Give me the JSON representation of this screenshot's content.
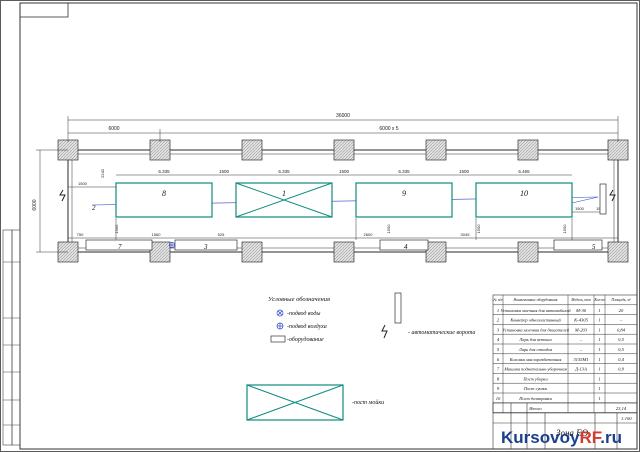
{
  "dimensions": {
    "overall": "36000",
    "bay_first": "6000",
    "bays_rest": "6000 x 5",
    "width": "6000",
    "bottom_offsets": [
      "750",
      "1560",
      "525",
      "2600",
      "1505",
      "1500",
      "3045",
      "1500",
      "1500"
    ],
    "post_lengths": [
      "6.335",
      "6.335",
      "6.335",
      "6.465"
    ],
    "post_gaps": [
      "1500",
      "1500",
      "1500"
    ],
    "side_marks": [
      "1500",
      "2240",
      "1500",
      "1500"
    ]
  },
  "posts": [
    "8",
    "1",
    "9",
    "10"
  ],
  "equipment_labels": [
    "2",
    "7",
    "3",
    "4",
    "5",
    "6"
  ],
  "legend": {
    "title": "Условные обозначения",
    "items": [
      "-подвод воды",
      "-подвод воздуха",
      "-оборудование"
    ],
    "gate_label": "- автоматические ворота",
    "wash_label": "-пост мойки"
  },
  "spec_table": {
    "headers": [
      "№ п/п",
      "Наименование оборудования",
      "Модель, тип",
      "Кол-во",
      "Площадь, м²"
    ],
    "rows": [
      [
        "1",
        "Установка моечная для автомобилей",
        "М-36",
        "1",
        "20"
      ],
      [
        "2",
        "Конвейер однопластинный",
        "К-4305",
        "1",
        "–"
      ],
      [
        "3",
        "Установка моечная для двигателей",
        "М-203",
        "1",
        "0,84"
      ],
      [
        "4",
        "Ларь для ветоши",
        "–",
        "1",
        "0,5"
      ],
      [
        "5",
        "Ларь для отходов",
        "–",
        "1",
        "0,5"
      ],
      [
        "6",
        "Колонка маслораздаточная",
        "3155М1",
        "1",
        "0,4"
      ],
      [
        "7",
        "Машина подметально-уборочная",
        "Д-13А",
        "1",
        "0,9"
      ],
      [
        "8",
        "Пост уборки",
        "",
        "1",
        ""
      ],
      [
        "9",
        "Пост сушки",
        "",
        "1",
        ""
      ],
      [
        "10",
        "Пост дозаправки",
        "",
        "1",
        ""
      ],
      [
        "",
        "Итого",
        "",
        "",
        "23,14"
      ]
    ]
  },
  "title_block": {
    "name": "Зона ЕО",
    "scale": "1:100"
  },
  "watermark": {
    "text": "KursovoyRF.ru",
    "color_main": "#1b3f8f",
    "color_accent": "#d23c2c"
  },
  "colors": {
    "lines": "#2a2a2a",
    "teal": "#0e8c7e",
    "blue": "#2c47c7"
  }
}
